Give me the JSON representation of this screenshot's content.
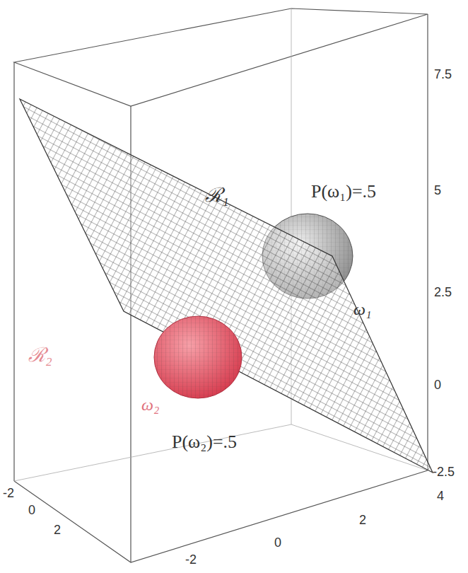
{
  "diagram": {
    "labels": [
      "ℛ₁",
      "P(ω₁)=.5",
      "ω₁",
      "ℛ₂",
      "ω₂",
      "P(ω₂)=.5",
      "7.5",
      "5",
      "2.5",
      "0",
      "-2.5",
      "-2",
      "0",
      "2",
      "-2",
      "0",
      "2",
      "4"
    ]
  }
}
